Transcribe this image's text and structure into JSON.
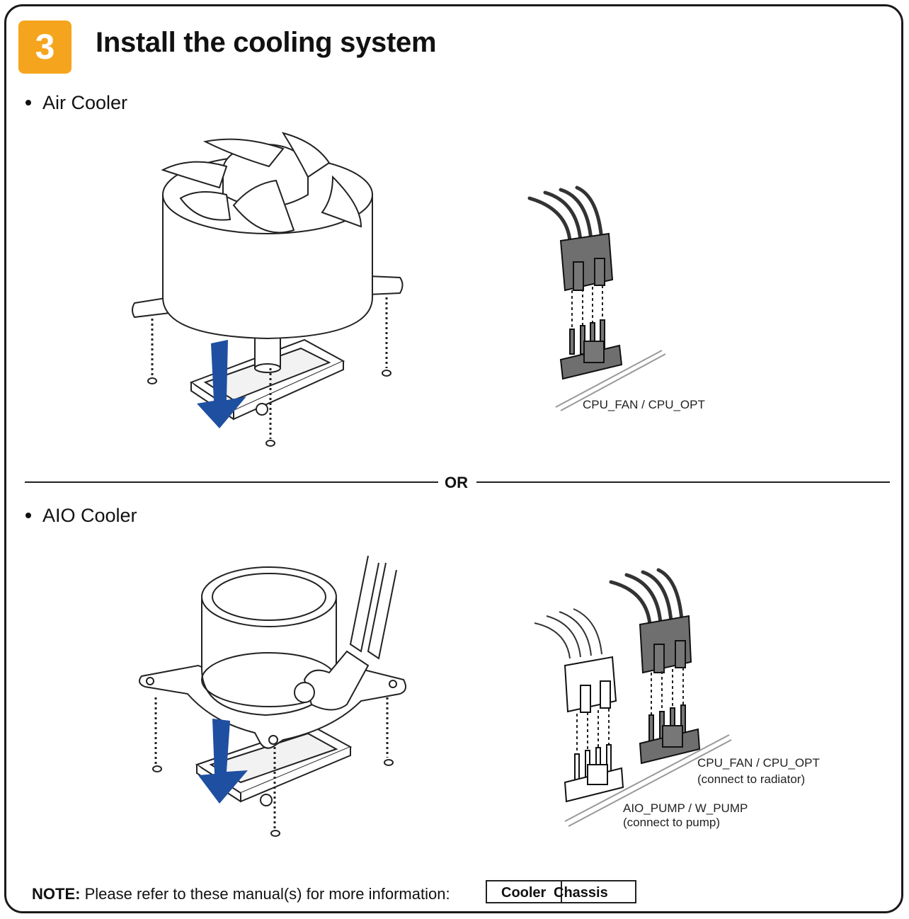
{
  "step": {
    "number": "3",
    "title": "Install the cooling system",
    "badge_color": "#f5a51d"
  },
  "sections": [
    {
      "bullet": "Air Cooler"
    },
    {
      "bullet": "AIO Cooler"
    }
  ],
  "divider_text": "OR",
  "air_cooler": {
    "header_label": "CPU_FAN / CPU_OPT"
  },
  "aio_cooler": {
    "fan_header_label": "CPU_FAN / CPU_OPT",
    "fan_header_note": "(connect to radiator)",
    "pump_header_label": "AIO_PUMP / W_PUMP",
    "pump_header_note": "(connect to pump)"
  },
  "note": {
    "prefix": "NOTE:",
    "text": "Please refer to these manual(s) for more information:",
    "manuals": [
      "Cooler",
      "Chassis"
    ]
  },
  "colors": {
    "arrow": "#1f4fa0",
    "connector": "#6f6f6f",
    "line": "#222222"
  },
  "icons": [
    "air-cooler-illustration",
    "aio-cooler-illustration",
    "fan-connector-icon",
    "pump-connector-icon",
    "install-arrow-icon"
  ]
}
